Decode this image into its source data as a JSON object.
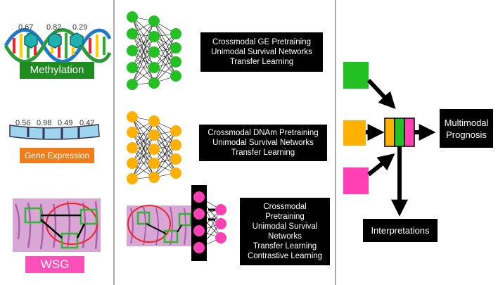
{
  "inputs": {
    "methylation": {
      "label": "Methylation",
      "values": [
        "0.67",
        "0.82",
        "0.29"
      ],
      "color": "#1e8c1e"
    },
    "gene_expression": {
      "label": "Gene Expression",
      "values": [
        "0.56",
        "0.98",
        "0.49",
        "0.42"
      ],
      "color": "#f07d1a"
    },
    "wsg": {
      "label": "WSG",
      "color": "#ff4fb8"
    }
  },
  "networks": {
    "ge": {
      "color": "#22c022",
      "lines": [
        "Crossmodal GE Pretraining",
        "Unimodal Survival Networks",
        "Transfer Learning"
      ]
    },
    "dnam": {
      "color": "#ffb000",
      "lines": [
        "Crossmodal DNAm Pretraining",
        "Unimodal Survival Networks",
        "Transfer Learning"
      ]
    },
    "wsi": {
      "color": "#ff3fb4",
      "lines": [
        "Crossmodal",
        "Pretraining",
        "Unimodal Survival",
        "Networks",
        "Transfer Learning",
        "Contrastive Learning"
      ]
    }
  },
  "fusion": {
    "output": "Multimodal Prognosis",
    "interpretations": "Interpretations",
    "colors": {
      "green": "#22c022",
      "orange": "#ffb000",
      "pink": "#ff3fb4"
    }
  }
}
